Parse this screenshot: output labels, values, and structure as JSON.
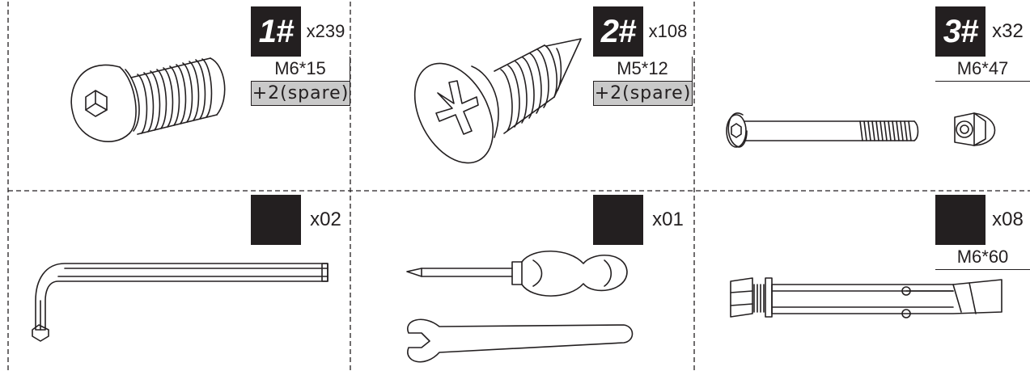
{
  "items": [
    {
      "number": "1#",
      "quantity": "x239",
      "size": "M6*15",
      "spare": "+2(spare)"
    },
    {
      "number": "2#",
      "quantity": "x108",
      "size": "M5*12",
      "spare": "+2(spare)"
    },
    {
      "number": "3#",
      "quantity": "x32",
      "size": "M6*47"
    },
    {
      "quantity": "x02"
    },
    {
      "quantity": "x01"
    },
    {
      "quantity": "x08",
      "size": "M6*60"
    }
  ],
  "icons": [
    "button-head-screw-icon",
    "phillips-self-tapping-screw-icon",
    "bolt-and-cap-nut-icon",
    "hex-key-icon",
    "screwdriver-and-wrench-icon",
    "expansion-anchor-bolt-icon"
  ],
  "colors": {
    "ink": "#231f20",
    "spare_background": "#c9c9c9"
  }
}
